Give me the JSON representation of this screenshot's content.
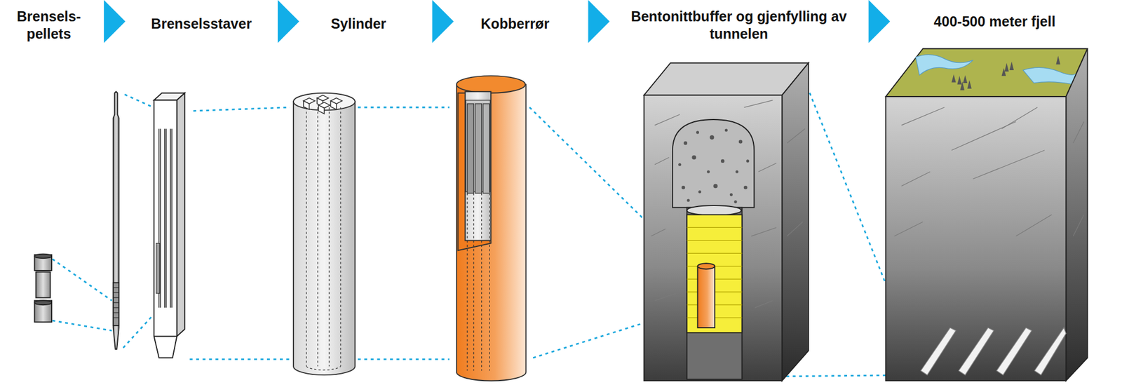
{
  "diagram": {
    "labels": [
      "Brensels- pellets",
      "Brenselsstaver",
      "Sylinder",
      "Kobberrør",
      "Bentonittbuffer og gjenfylling av tunnelen",
      "400-500 meter fjell"
    ]
  }
}
